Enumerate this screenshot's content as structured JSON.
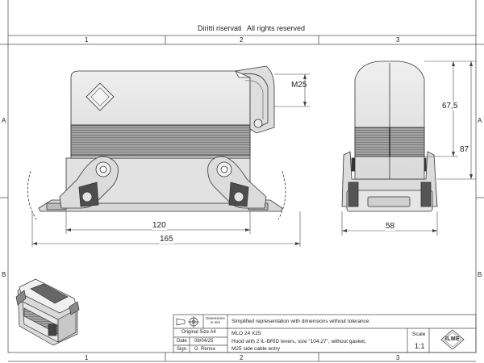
{
  "header": {
    "rights_it": "Diritti riservati",
    "rights_en": "All rights reserved"
  },
  "grid": {
    "columns": [
      "1",
      "2",
      "3"
    ],
    "rows": [
      "A",
      "B"
    ]
  },
  "dimensions": {
    "thread": "M25",
    "length_inner": "120",
    "length_total": "165",
    "width": "58",
    "height_upper": "67,5",
    "height_total": "87"
  },
  "title_block": {
    "dimensions_label": "Dimensions in mm",
    "note": "Simplified representation with dimensions without tolerance",
    "original_size": "Original Size A4",
    "date_label": "Date",
    "date_value": "08/04/25",
    "sign_label": "Sign.",
    "sign_value": "G. Renna",
    "part_code": "MLO 24 X25",
    "desc_line1": "Hood with 2 IL-BRID levers, size \"104.27\", without gasket,",
    "desc_line2": "M25 side cable entry",
    "scale_label": "Scale",
    "scale_value": "1:1",
    "logo_text": "ILME"
  },
  "colors": {
    "line": "#333333",
    "band_fill": "#9a9a9a",
    "body_fill": "#e8e8e8"
  }
}
